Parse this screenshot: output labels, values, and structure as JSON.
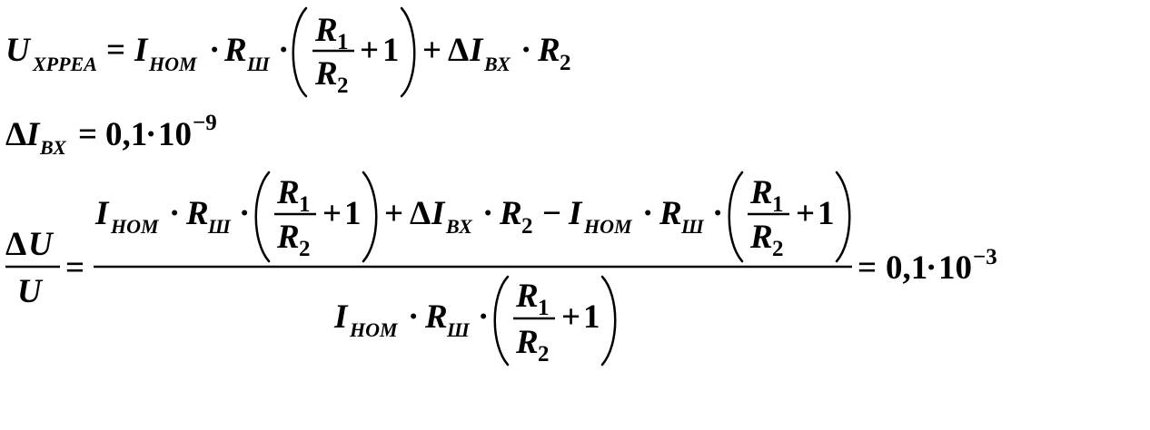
{
  "equations": {
    "eq1": {
      "U": "U",
      "sub_xppea": "ХРРЕА",
      "equals": "=",
      "I": "I",
      "sub_nom": "НОМ",
      "dot": "·",
      "R": "R",
      "sub_sh": "Ш",
      "R1": "R",
      "R1_sub": "1",
      "R2": "R",
      "R2_sub": "2",
      "plus": "+",
      "one": "1",
      "delta": "Δ",
      "sub_vx": "ВХ",
      "R2b_sub": "2"
    },
    "eq2": {
      "delta": "Δ",
      "I": "I",
      "sub_vx": "ВХ",
      "equals": "=",
      "value": "0,1",
      "dot": "·",
      "base": "10",
      "exp": "−9"
    },
    "eq3": {
      "lhs_num_delta": "Δ",
      "lhs_num_U": "U",
      "lhs_den_U": "U",
      "equals": "=",
      "minus": "−",
      "result_value": "0,1",
      "result_dot": "·",
      "result_base": "10",
      "result_exp": "−3"
    }
  }
}
